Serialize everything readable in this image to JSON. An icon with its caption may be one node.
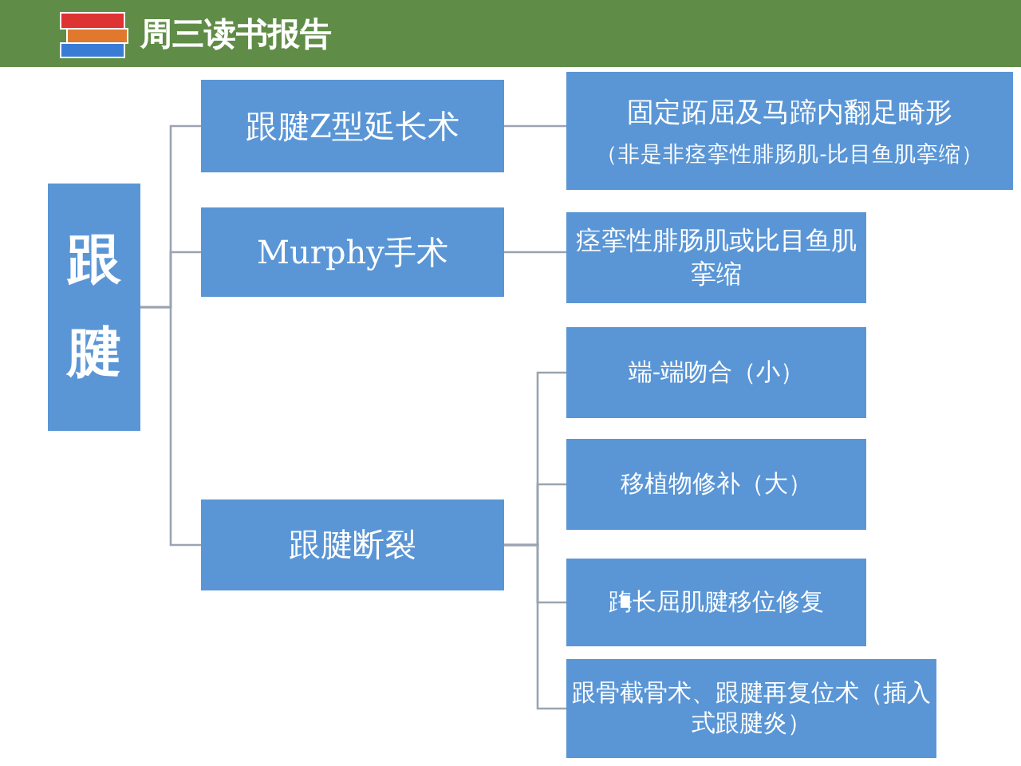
{
  "diagram": {
    "title": "周三读书报告",
    "nodes": [
      {
        "text": [
          "跟腱"
        ]
      },
      {
        "text": [
          "跟腱Z型延长术"
        ]
      },
      {
        "text": [
          "Murphy手术"
        ]
      },
      {
        "text": [
          "跟腱断裂"
        ]
      },
      {
        "text": [
          "固定跖屈及马蹄内翻足畸形",
          "（非是非痉挛性腓肠肌-比目鱼肌挛缩）"
        ]
      },
      {
        "text": [
          "痉挛性腓肠肌或比目鱼肌挛缩"
        ]
      },
      {
        "text": [
          "端-端吻合（小）"
        ]
      },
      {
        "text": [
          "移植物修补（大）"
        ]
      },
      {
        "text": [
          "踇长屈肌腱移位修复"
        ]
      },
      {
        "text": [
          "跟骨截骨术、跟腱再复位术（插入式跟腱炎）"
        ]
      }
    ],
    "edges": [
      {
        "from": 0,
        "to": 1,
        "arrow": "none"
      },
      {
        "from": 0,
        "to": 2,
        "arrow": "none"
      },
      {
        "from": 0,
        "to": 3,
        "arrow": "none"
      },
      {
        "from": 1,
        "to": 4,
        "arrow": "none"
      },
      {
        "from": 2,
        "to": 5,
        "arrow": "none"
      },
      {
        "from": 3,
        "to": 6,
        "arrow": "none"
      },
      {
        "from": 3,
        "to": 7,
        "arrow": "none"
      },
      {
        "from": 3,
        "to": 8,
        "arrow": "none"
      },
      {
        "from": 3,
        "to": 9,
        "arrow": "none"
      }
    ]
  }
}
